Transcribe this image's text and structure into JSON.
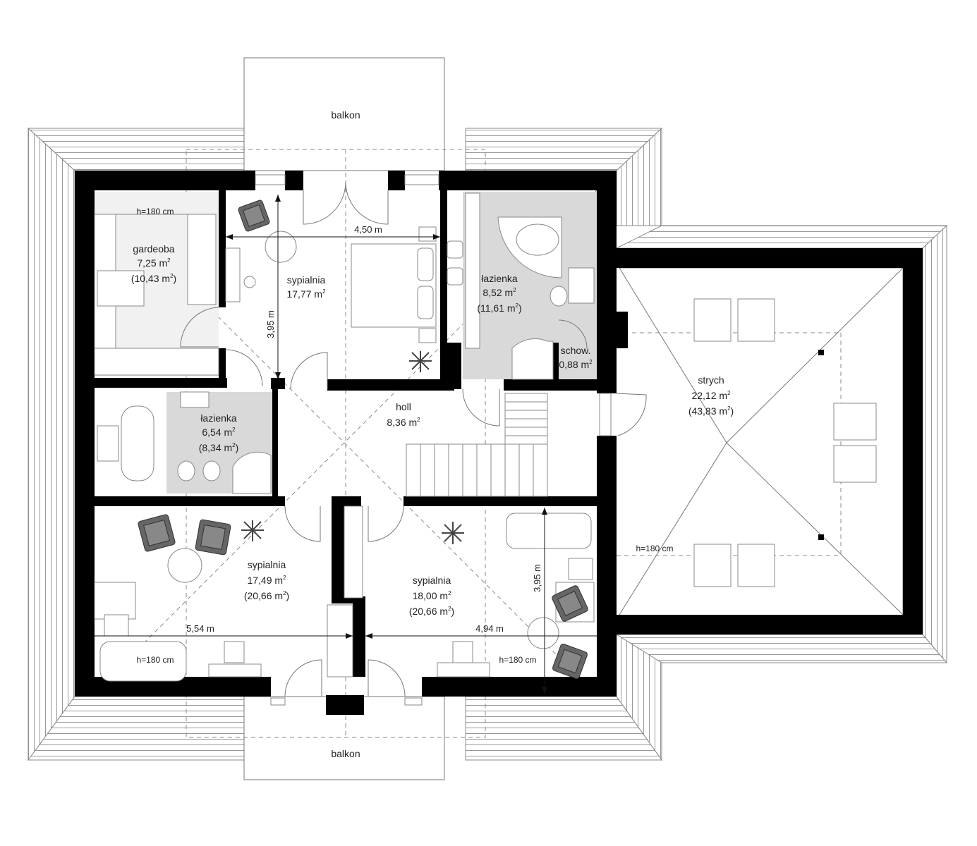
{
  "rooms": {
    "balkon_top": {
      "name": "balkon"
    },
    "balkon_bottom": {
      "name": "balkon"
    },
    "gardeoba": {
      "name": "gardeoba",
      "area": "7,25 m",
      "area_full": "(10,43 m",
      "height_note": "h=180 cm"
    },
    "sypialnia_top": {
      "name": "sypialnia",
      "area": "17,77 m"
    },
    "lazienka_top": {
      "name": "łazienka",
      "area": "8,52 m",
      "area_full": "(11,61 m"
    },
    "schowek": {
      "name": "schow.",
      "area": "0,88 m"
    },
    "strych": {
      "name": "strych",
      "area": "22,12 m",
      "area_full": "(43,83 m",
      "height_note": "h=180 cm"
    },
    "holl": {
      "name": "holl",
      "area": "8,36 m"
    },
    "lazienka_mid": {
      "name": "łazienka",
      "area": "6,54 m",
      "area_full": "(8,34 m"
    },
    "sypialnia_left": {
      "name": "sypialnia",
      "area": "17,49 m",
      "area_full": "(20,66 m",
      "height_note": "h=180 cm"
    },
    "sypialnia_right": {
      "name": "sypialnia",
      "area": "18,00 m",
      "area_full": "(20,66 m",
      "height_note": "h=180 cm"
    }
  },
  "superscript": {
    "sq": "2",
    "close": ")"
  },
  "dimensions": {
    "top_width": "4,50 m",
    "top_height": "3,95 m",
    "left_width": "5,54 m",
    "right_width": "4,94 m",
    "right_height": "3,95 m"
  }
}
